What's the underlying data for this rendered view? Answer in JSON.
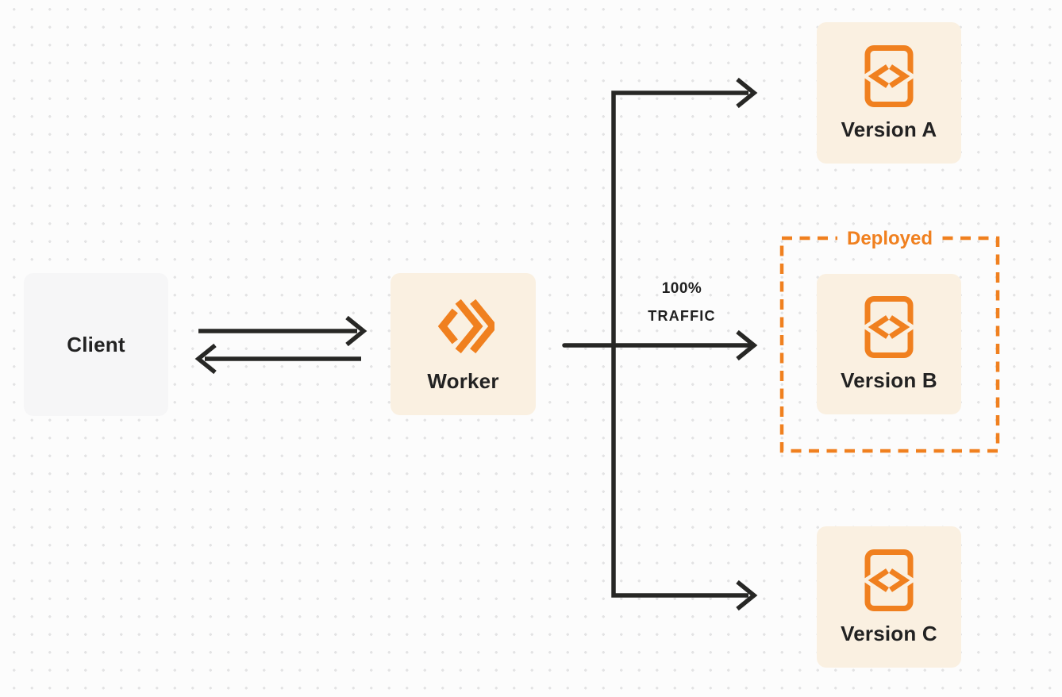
{
  "nodes": {
    "client": {
      "label": "Client"
    },
    "worker": {
      "label": "Worker",
      "icon": "cloudflare-workers-icon"
    },
    "version_a": {
      "label": "Version A",
      "icon": "code-file-icon"
    },
    "version_b": {
      "label": "Version B",
      "icon": "code-file-icon"
    },
    "version_c": {
      "label": "Version C",
      "icon": "code-file-icon"
    }
  },
  "annotations": {
    "deployed_label": "Deployed",
    "traffic_line1": "100%",
    "traffic_line2": "TRAFFIC"
  },
  "colors": {
    "accent_orange": "#F0801F",
    "node_fill_cream": "#FAF0E1",
    "client_fill_gray": "#F6F6F7",
    "arrow_dark": "#272725",
    "text_dark": "#222222",
    "canvas_background": "#FCFCFC",
    "dot_grid": "#E3E3E4"
  }
}
